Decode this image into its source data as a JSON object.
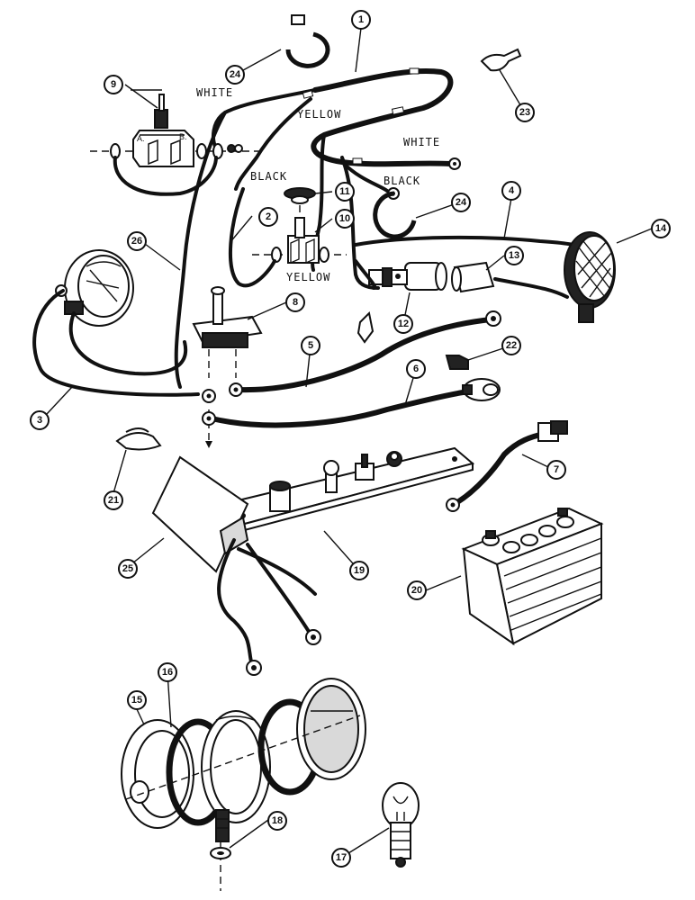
{
  "wire_labels": {
    "white_top": "WHITE",
    "yellow_top": "YELLOW",
    "black_left": "BLACK",
    "white_right": "WHITE",
    "black_right": "BLACK",
    "yellow_bottom": "YELLOW"
  },
  "switch_terminals": {
    "a": "A.",
    "b": "B."
  },
  "callouts": {
    "c1": "1",
    "c2": "2",
    "c3": "3",
    "c4": "4",
    "c5": "5",
    "c6": "6",
    "c7": "7",
    "c8": "8",
    "c9": "9",
    "c10": "10",
    "c11": "11",
    "c12": "12",
    "c13": "13",
    "c14": "14",
    "c15": "15",
    "c16": "16",
    "c17": "17",
    "c18": "18",
    "c19": "19",
    "c20": "20",
    "c21": "21",
    "c22": "22",
    "c23": "23",
    "c24a": "24",
    "c24b": "24",
    "c25": "25",
    "c26": "26"
  }
}
